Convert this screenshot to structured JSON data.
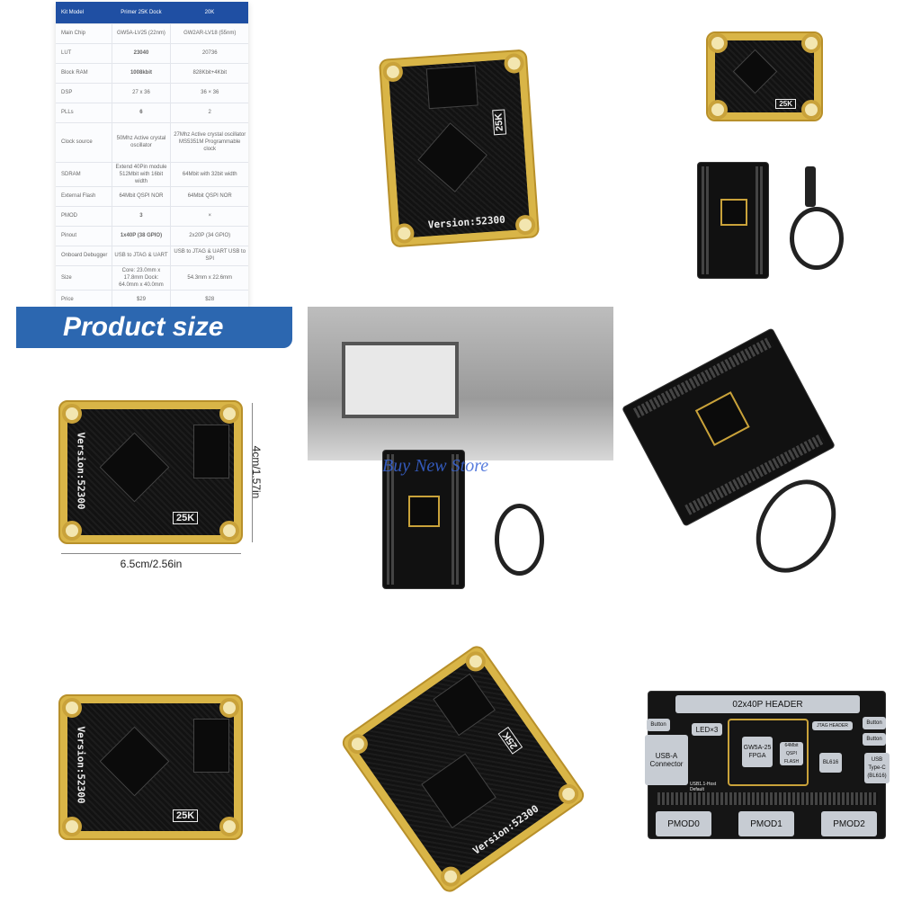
{
  "spec_table": {
    "headers": [
      "Kit Model",
      "Primer 25K Dock",
      "20K"
    ],
    "rows": [
      [
        "Main Chip",
        "GW5A-LV25 (22nm)",
        "GW2AR-LV18 (55nm)"
      ],
      [
        "LUT",
        "23040",
        "20736"
      ],
      [
        "Block RAM",
        "1008kbit",
        "828Kbit+4Kbit"
      ],
      [
        "DSP",
        "27 x 36",
        "36 × 36"
      ],
      [
        "PLLs",
        "6",
        "2"
      ],
      [
        "Clock source",
        "50Mhz Active crystal oscillator",
        "27Mhz Active crystal oscillator MS5351M Programmable clock"
      ],
      [
        "SDRAM",
        "Extend 40Pin module 512Mbit with 16bit width",
        "64Mbit with 32bit width"
      ],
      [
        "External Flash",
        "64Mbit QSPI NOR",
        "64Mbit QSPI NOR"
      ],
      [
        "PMOD",
        "3",
        "×"
      ],
      [
        "Pinout",
        "1x40P (38 GPIO)",
        "2x20P (34 GPIO)"
      ],
      [
        "Onboard Debugger",
        "USB to JTAG & UART",
        "USB to JTAG & UART USB to SPI"
      ],
      [
        "Size",
        "Core: 23.0mm x 17.8mm Dock: 64.0mm x 40.0mm",
        "54.3mm x 22.6mm"
      ],
      [
        "Price",
        "$29",
        "$28"
      ]
    ]
  },
  "banner": "Product size",
  "board": {
    "version": "Version:52300",
    "tag": "25K"
  },
  "dimensions": {
    "height": "4cm/1.57in",
    "width": "6.5cm/2.56in"
  },
  "watermark": "Buy New Store",
  "diagram": {
    "header": "02x40P HEADER",
    "button": "Button",
    "led": "LED×3",
    "fpga": "GW5A-25 FPGA",
    "flash": "64Mbit QSPI FLASH",
    "jtag": "JTAG HEADER",
    "bl616": "BL616",
    "usba": "USB-A Connector",
    "usbc": "USB Type-C (BL616)",
    "usb_host": "USB1.1-Host Default",
    "pmod": [
      "PMOD0",
      "PMOD1",
      "PMOD2"
    ]
  },
  "colors": {
    "banner": "#2c67b0",
    "table_header": "#1f4fa3",
    "board_gold": "#d9b547"
  }
}
